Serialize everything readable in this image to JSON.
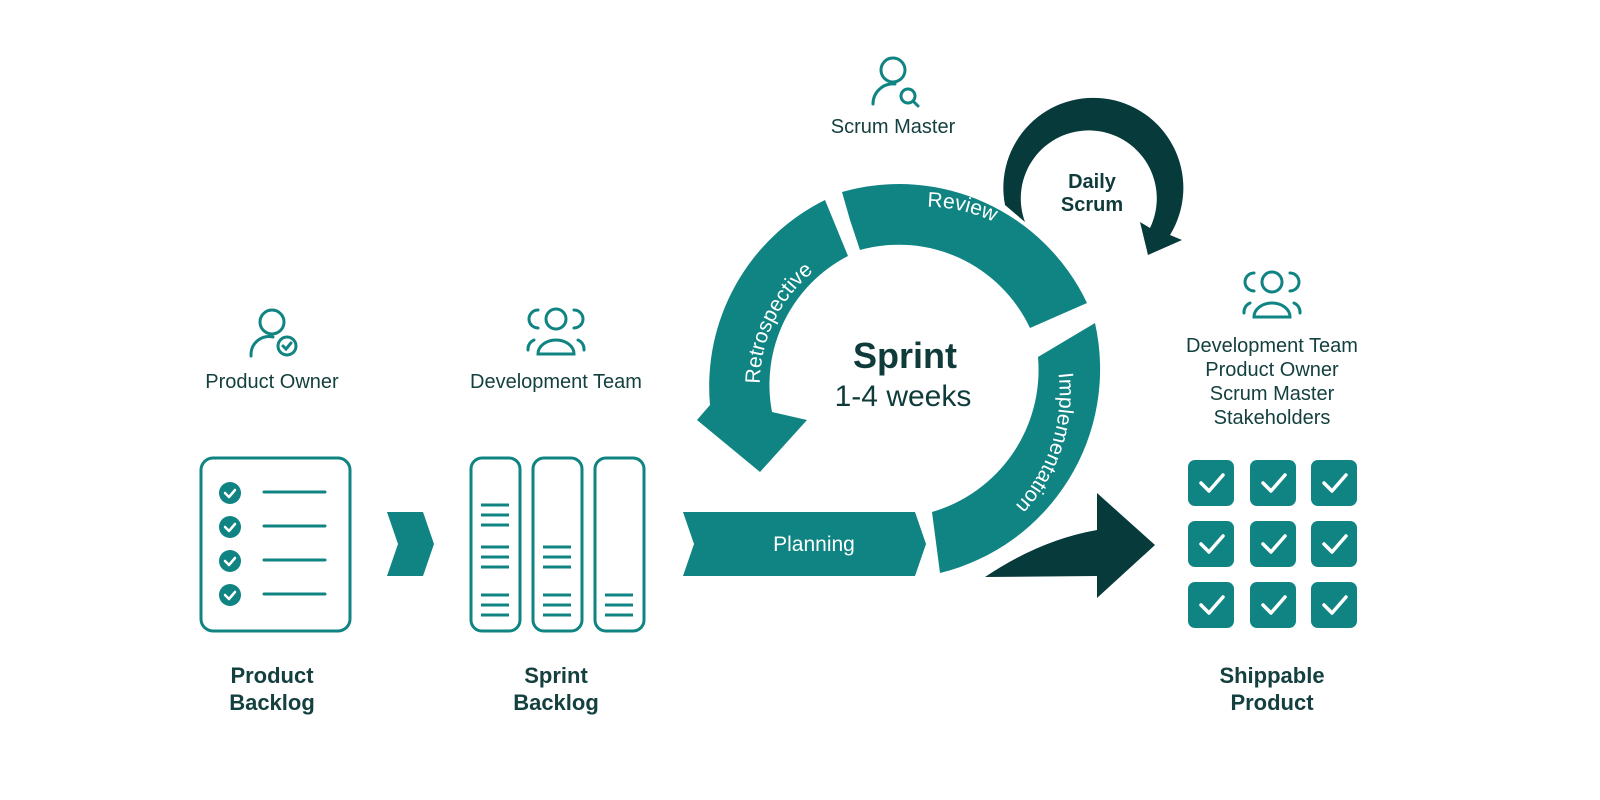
{
  "colors": {
    "teal": "#0f8482",
    "dark": "#073a3b",
    "text": "#14403f"
  },
  "roles": {
    "product_owner": "Product Owner",
    "development_team": "Development Team",
    "scrum_master": "Scrum Master",
    "right_group": [
      "Development Team",
      "Product Owner",
      "Scrum Master",
      "Stakeholders"
    ]
  },
  "sprint": {
    "title": "Sprint",
    "duration": "1-4 weeks"
  },
  "cycle": {
    "review": "Review",
    "retrospective": "Retrospective",
    "implementation": "Implementation",
    "planning": "Planning"
  },
  "daily_scrum": [
    "Daily",
    "Scrum"
  ],
  "artifacts": {
    "product_backlog": [
      "Product",
      "Backlog"
    ],
    "sprint_backlog": [
      "Sprint",
      "Backlog"
    ],
    "shippable_product": [
      "Shippable",
      "Product"
    ]
  },
  "icons": {
    "product_owner": "person-check-icon",
    "development_team": "people-group-icon",
    "scrum_master": "person-search-icon",
    "right_group": "people-group-icon",
    "product_backlog": "checklist-icon",
    "sprint_backlog": "columns-icon",
    "shippable_product": "checkbox-grid-icon"
  }
}
